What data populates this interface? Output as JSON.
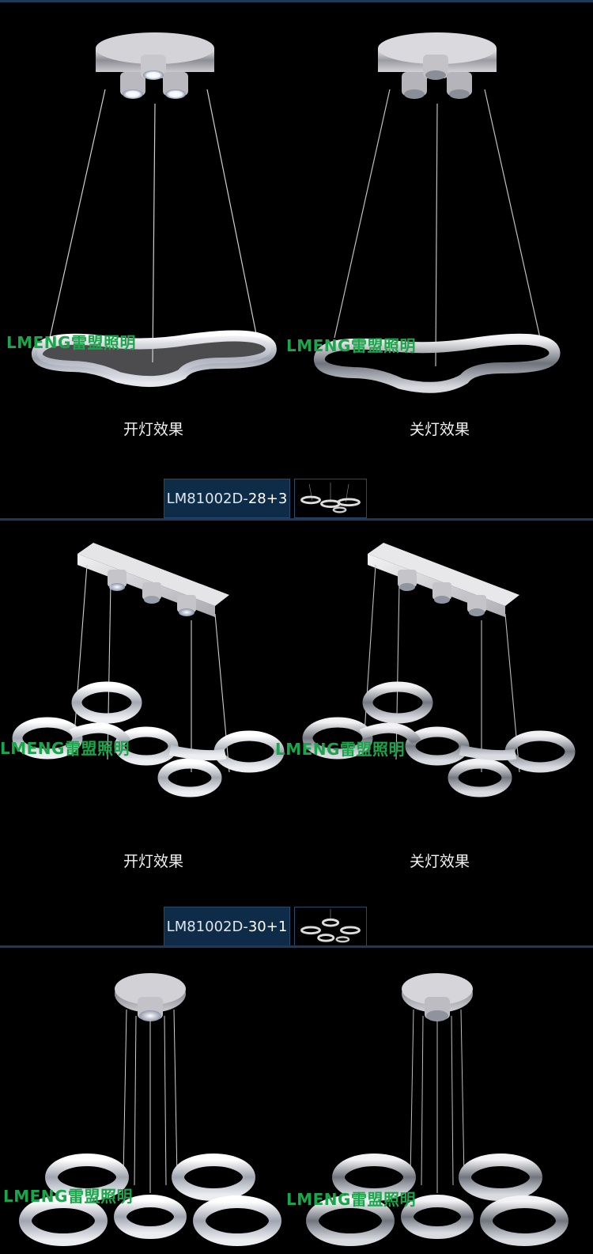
{
  "sections": [
    {
      "left_caption": "开灯效果",
      "right_caption": "关灯效果",
      "watermark": "LMENG雷盟照明",
      "model": {
        "prefix": "LM81002D-",
        "suffix": "28+3"
      }
    },
    {
      "left_caption": "开灯效果",
      "right_caption": "关灯效果",
      "watermark": "LMENG雷盟照明",
      "model": {
        "prefix": "LM81002D-",
        "suffix": "30+1"
      }
    },
    {
      "watermark": "LMENG雷盟照明"
    }
  ],
  "colors": {
    "background": "#000000",
    "watermark": "#1aa64a",
    "divider": "#1c3a5a"
  }
}
